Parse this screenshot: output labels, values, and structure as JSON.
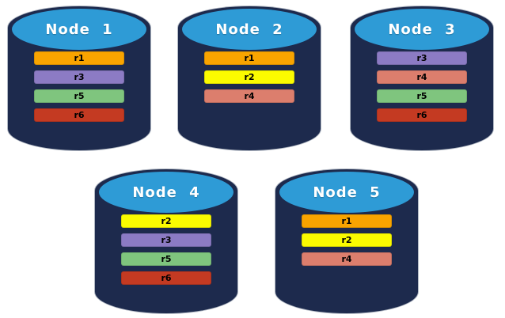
{
  "diagram": {
    "description": "Database nodes with replica placement",
    "colors": {
      "background": "#ffffff",
      "cylinder_body": "#1d2a4d",
      "cylinder_top": "#2e9bd6",
      "node_label_text": "#ffffff",
      "replica_label_text": "#000000"
    },
    "replica_colors": {
      "r1": "#f9a400",
      "r2": "#fbfb00",
      "r3": "#8c7bc4",
      "r4": "#dc7e6d",
      "r5": "#7fc57e",
      "r6": "#c43a22"
    },
    "nodes": [
      {
        "label": "Node 1",
        "replicas": [
          "r1",
          "r3",
          "r5",
          "r6"
        ]
      },
      {
        "label": "Node 2",
        "replicas": [
          "r1",
          "r2",
          "r4"
        ]
      },
      {
        "label": "Node 3",
        "replicas": [
          "r3",
          "r4",
          "r5",
          "r6"
        ]
      },
      {
        "label": "Node 4",
        "replicas": [
          "r2",
          "r3",
          "r5",
          "r6"
        ]
      },
      {
        "label": "Node 5",
        "replicas": [
          "r1",
          "r2",
          "r4"
        ]
      }
    ]
  }
}
